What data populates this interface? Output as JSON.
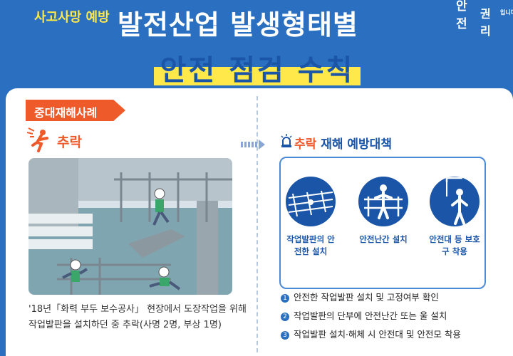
{
  "header": {
    "prevention_tag": "사고사망 예방",
    "title_line1": "발전산업 발생형태별",
    "title_line2": "안전 점검 수칙",
    "logo_main": "안전",
    "logo_right": "권리",
    "logo_small": "입니다"
  },
  "case": {
    "tab_label": "중대재해사례",
    "type_label": "추락",
    "description": "'18년「화력 부두 보수공사」 현장에서 도장작업을 위해 작업발판을 설치하던 중 추락(사명 2명, 부상 1명)"
  },
  "prevention": {
    "title_accent": "추락",
    "title_rest": "재해 예방대책",
    "measures": [
      {
        "label": "작업발판의 안전한 설치",
        "icon": "scaffold-icon"
      },
      {
        "label": "안전난간 설치",
        "icon": "guardrail-icon"
      },
      {
        "label": "안전대 등 보호구 착용",
        "icon": "harness-icon"
      }
    ],
    "rules": [
      {
        "num": "1",
        "text": "안전한 작업발판 설치 및 고정여부 확인"
      },
      {
        "num": "2",
        "text": "작업발판의 단부에 안전난간 또는 울 설치"
      },
      {
        "num": "3",
        "text": "작업발판 설치·해체 시 안전대 및 안전모 착용"
      }
    ]
  },
  "colors": {
    "brand_blue": "#2a6fc0",
    "accent_orange": "#ef5a2a",
    "highlight_yellow": "#ffe94a"
  }
}
